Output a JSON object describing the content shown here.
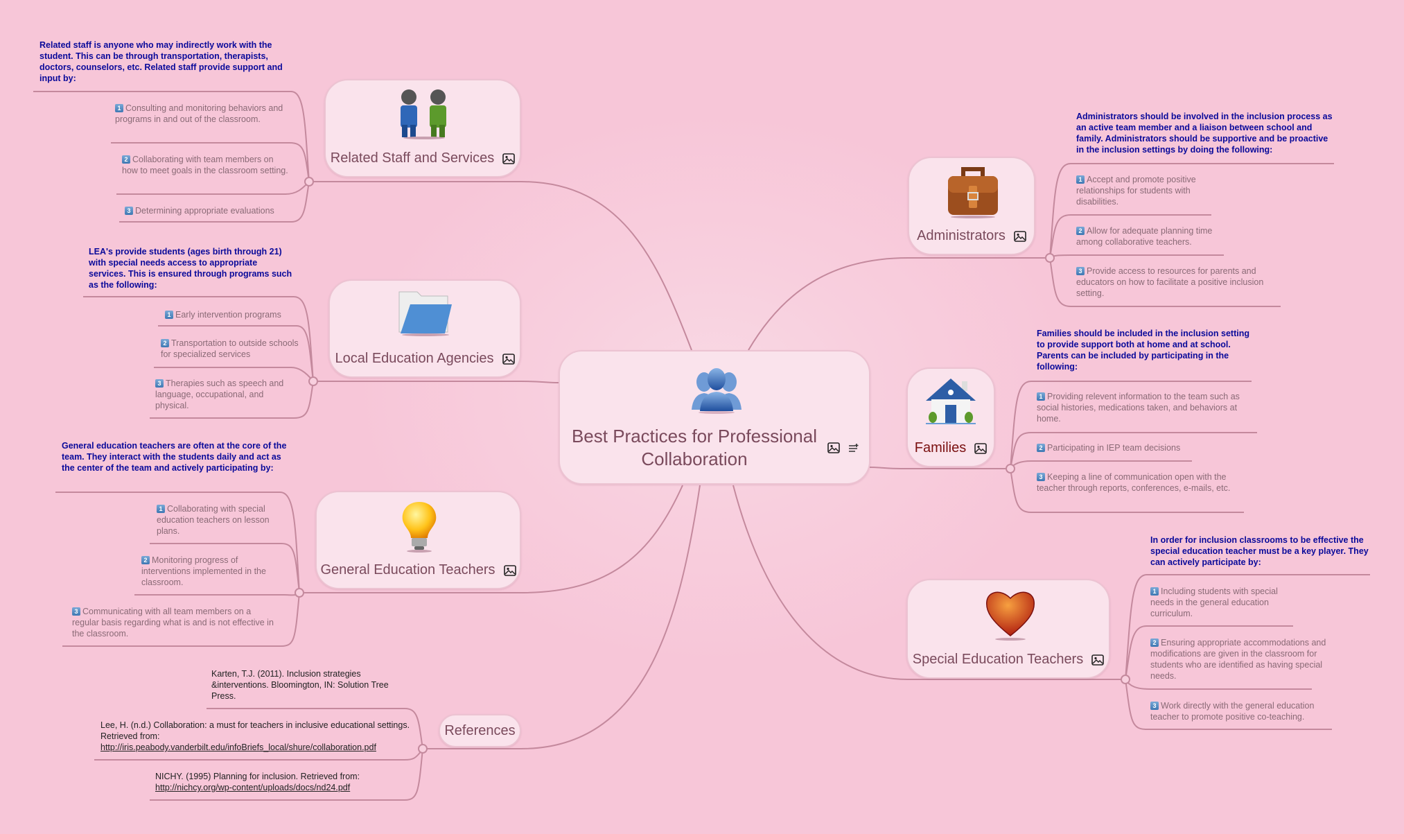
{
  "central": {
    "title": "Best Practices for Professional Collaboration",
    "icon": "people-group-icon",
    "indicators": [
      "image-icon",
      "note-icon"
    ]
  },
  "branches": {
    "related": {
      "title": "Related Staff and Services",
      "icon": "two-persons-icon",
      "description": "Related staff is anyone who may indirectly work with the student. This can be through transportation, therapists, doctors, counselors, etc. Related staff provide support and input by:",
      "items": [
        {
          "num": "1",
          "text": "Consulting and monitoring behaviors and programs in and out of the classroom."
        },
        {
          "num": "2",
          "text": "Collaborating with team members on how to meet goals in the classroom setting."
        },
        {
          "num": "3",
          "text": "Determining appropriate evaluations"
        }
      ]
    },
    "lea": {
      "title": "Local Education Agencies",
      "icon": "folder-icon",
      "description": "LEA's provide students (ages birth through 21) with special needs access to appropriate services. This is ensured through programs such as the following:",
      "items": [
        {
          "num": "1",
          "text": "Early intervention programs"
        },
        {
          "num": "2",
          "text": "Transportation to outside schools for specialized services"
        },
        {
          "num": "3",
          "text": "Therapies such as speech and language, occupational, and physical."
        }
      ]
    },
    "general": {
      "title": "General Education Teachers",
      "icon": "lightbulb-icon",
      "description": "General education teachers are often at the core of the team. They interact with the students daily and act as the center of the team and actively participating by:",
      "items": [
        {
          "num": "1",
          "text": "Collaborating with special education teachers on lesson plans."
        },
        {
          "num": "2",
          "text": "Monitoring progress of interventions implemented in the classroom."
        },
        {
          "num": "3",
          "text": "Communicating with all team members on a regular basis regarding what is and is not effective in the classroom."
        }
      ]
    },
    "references": {
      "title": "References",
      "items": [
        {
          "text": "Karten, T.J. (2011). Inclusion strategies &interventions. Bloomington, IN: Solution Tree Press.",
          "link": ""
        },
        {
          "text": "Lee, H. (n.d.) Collaboration: a must for teachers in inclusive educational settings. Retrieved from:",
          "link": "http://iris.peabody.vanderbilt.edu/infoBriefs_local/shure/collaboration.pdf"
        },
        {
          "text": "NICHY. (1995) Planning for inclusion. Retrieved from:",
          "link": "http://nichcy.org/wp-content/uploads/docs/nd24.pdf"
        }
      ]
    },
    "admin": {
      "title": "Administrators",
      "icon": "briefcase-icon",
      "description": "Administrators should be involved in the inclusion process as an active team member and a liaison between school and family. Administrators should be supportive and be proactive in the inclusion settings by doing the following:",
      "items": [
        {
          "num": "1",
          "text": "Accept and promote positive relationships for students with disabilities."
        },
        {
          "num": "2",
          "text": "Allow for adequate planning time among collaborative teachers."
        },
        {
          "num": "3",
          "text": "Provide access to resources for parents and educators on how to facilitate a positive inclusion setting."
        }
      ]
    },
    "families": {
      "title": "Families",
      "icon": "house-icon",
      "description": "Families should be included in the inclusion setting to provide support both at home and at school. Parents can be included by participating in the following:",
      "items": [
        {
          "num": "1",
          "text": "Providing relevent information to the team such as social histories, medications taken, and behaviors at home."
        },
        {
          "num": "2",
          "text": "Participating in IEP team decisions"
        },
        {
          "num": "3",
          "text": "Keeping a line of communication open with the teacher through reports, conferences, e-mails, etc."
        }
      ]
    },
    "special": {
      "title": "Special Education Teachers",
      "icon": "heart-icon",
      "description": "In order for inclusion classrooms to be effective the special education teacher must be a key player. They can actively participate by:",
      "items": [
        {
          "num": "1",
          "text": "Including students with special needs in the general education curriculum."
        },
        {
          "num": "2",
          "text": "Ensuring appropriate accommodations and modifications are given in the classroom for students who are identified as having special needs."
        },
        {
          "num": "3",
          "text": "Work directly with the general education teacher to promote positive co-teaching."
        }
      ]
    }
  },
  "colors": {
    "background": "#f7c6d8",
    "node_fill": "#fae3ec",
    "connector": "#c4899d",
    "description_text": "#0a0a9a",
    "item_text": "#8a6a76",
    "node_text": "#7a4a5c",
    "families_text": "#7a1010"
  }
}
